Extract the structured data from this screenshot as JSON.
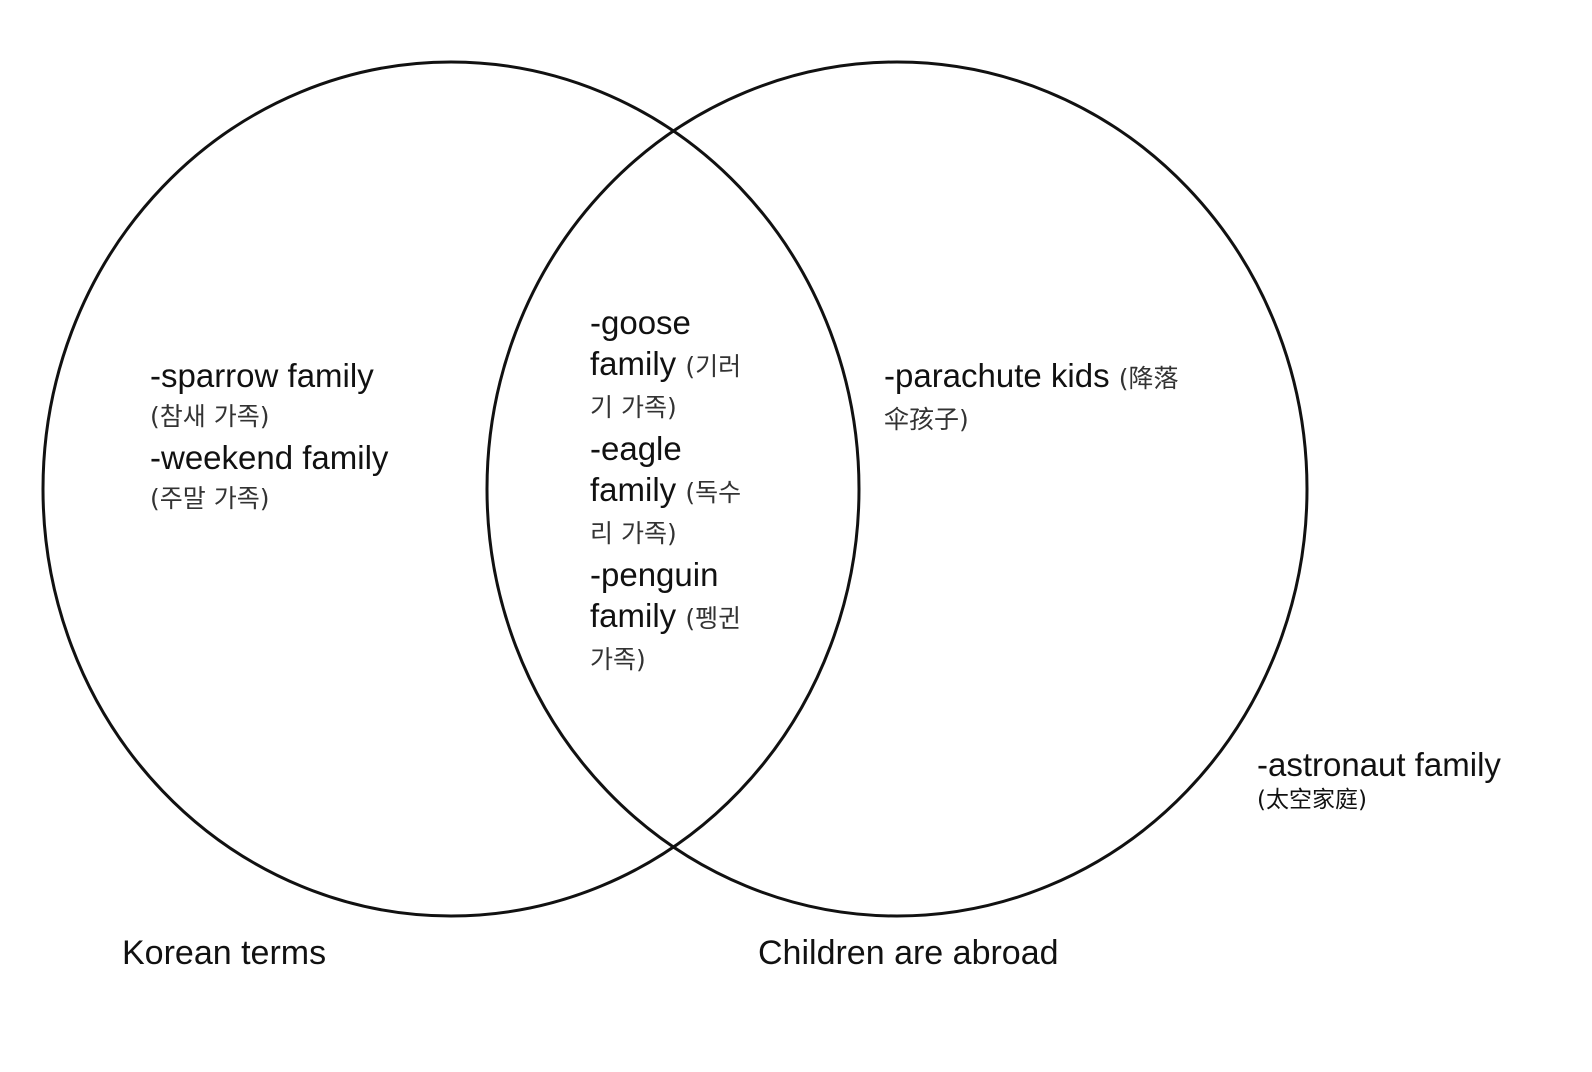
{
  "left_set": {
    "label": "Korean terms",
    "items": [
      {
        "term": "-sparrow family",
        "native": "(참새 가족)"
      },
      {
        "term": "-weekend family",
        "native": "(주말 가족)"
      }
    ]
  },
  "overlap": {
    "items": [
      {
        "term_a": "-goose",
        "term_b": "family",
        "native_a": "(기러",
        "native_b": "기 가족)"
      },
      {
        "term_a": "-eagle",
        "term_b": "family",
        "native_a": "(독수",
        "native_b": "리 가족)"
      },
      {
        "term_a": "-penguin",
        "term_b": "family",
        "native_a": "(펭귄",
        "native_b": "가족)"
      }
    ]
  },
  "right_set": {
    "label": "Children are abroad",
    "items": [
      {
        "term": "-parachute kids",
        "native_a": "(降落",
        "native_b": "伞孩子)"
      }
    ]
  },
  "outside": {
    "items": [
      {
        "term": "-astronaut family",
        "native": "(太空家庭)"
      }
    ]
  }
}
